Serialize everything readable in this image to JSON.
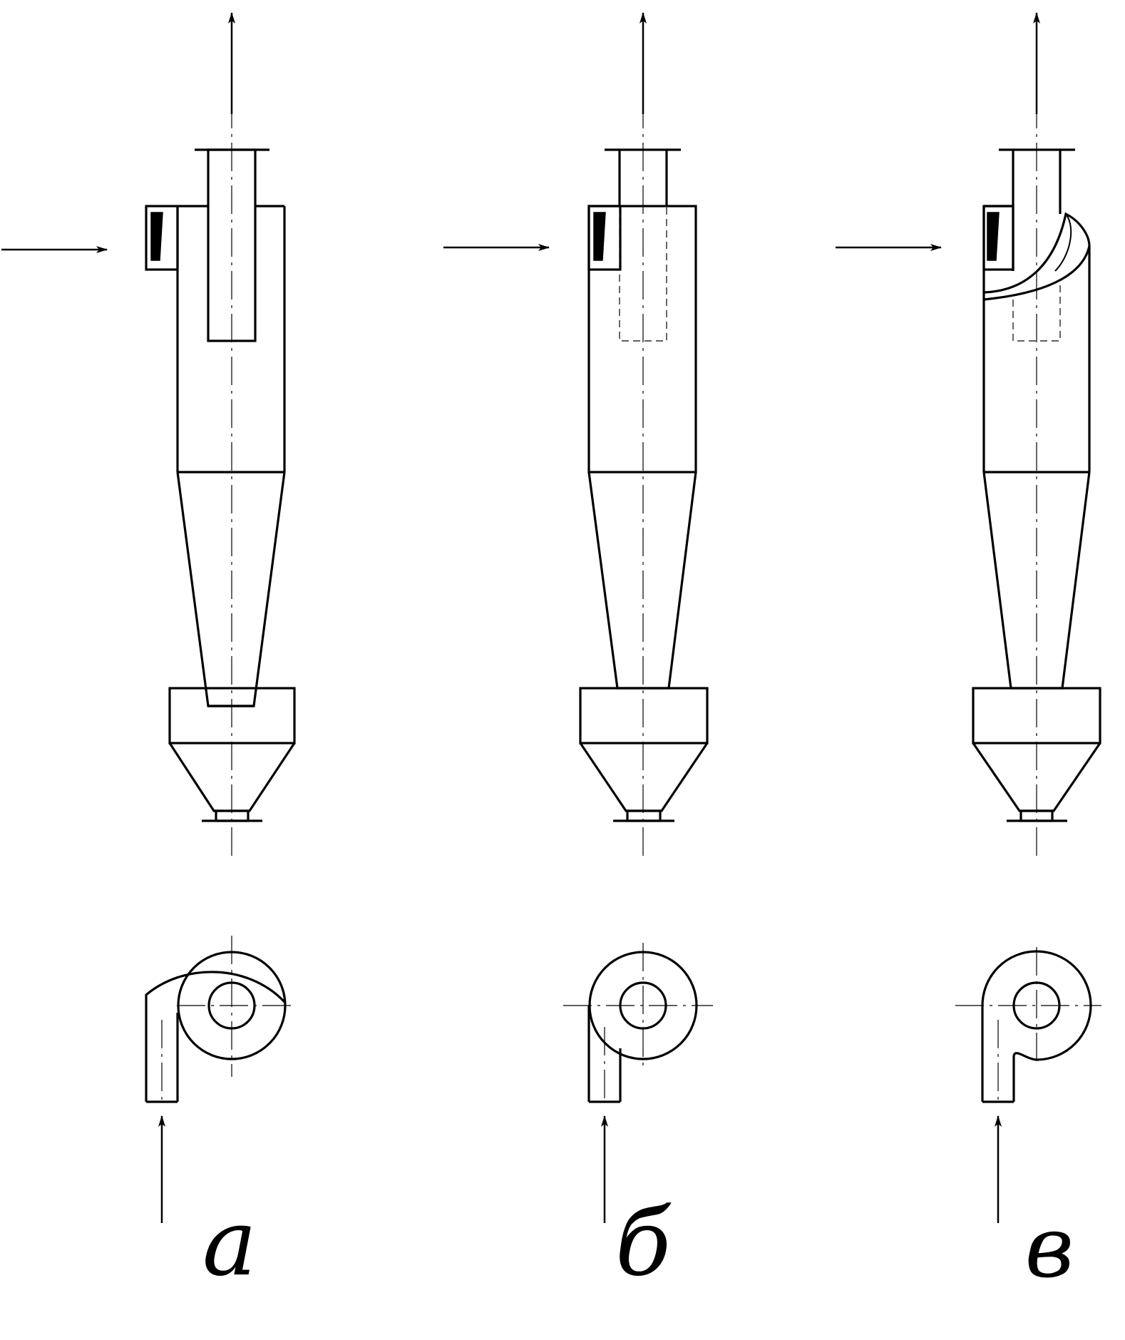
{
  "figure": {
    "variants": [
      {
        "id": "a",
        "label": "а"
      },
      {
        "id": "b",
        "label": "б"
      },
      {
        "id": "v",
        "label": "в"
      }
    ],
    "colors": {
      "line": "#000000",
      "background": "#ffffff"
    }
  }
}
